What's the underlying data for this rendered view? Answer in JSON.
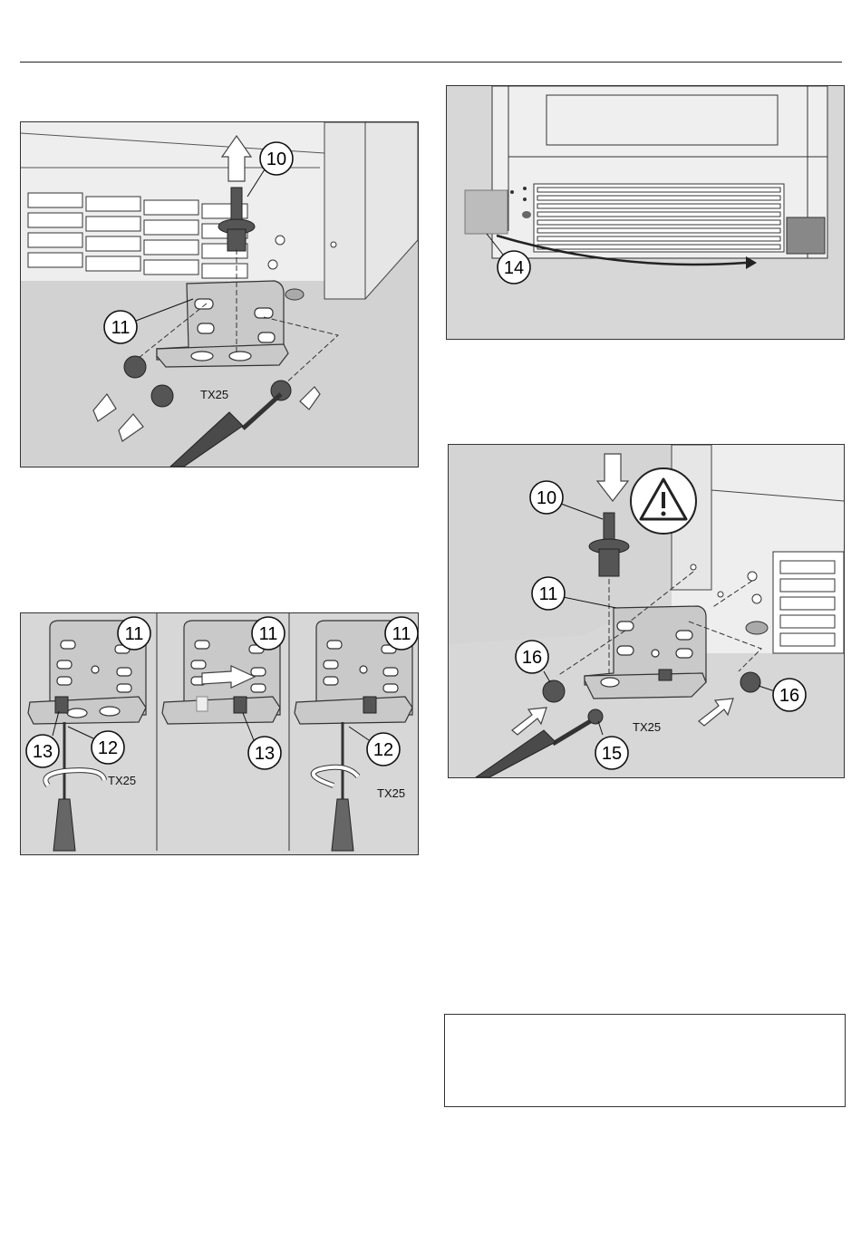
{
  "figures": {
    "fig1": {
      "callouts": [
        "10",
        "11"
      ],
      "tool_label": "TX25"
    },
    "fig2": {
      "callouts": [
        "14"
      ]
    },
    "fig3": {
      "panel1": {
        "callouts": [
          "11",
          "13",
          "12"
        ],
        "tool_label": "TX25"
      },
      "panel2": {
        "callouts": [
          "11",
          "13"
        ]
      },
      "panel3": {
        "callouts": [
          "11",
          "12"
        ],
        "tool_label": "TX25"
      }
    },
    "fig4": {
      "callouts": [
        "10",
        "11",
        "16",
        "16",
        "15"
      ],
      "tool_label": "TX25"
    }
  },
  "icons": [
    "up-arrow-icon",
    "down-arrow-icon",
    "warning-triangle-icon",
    "rotate-arrow-icon",
    "screwdriver-icon",
    "torx-screw-icon"
  ]
}
